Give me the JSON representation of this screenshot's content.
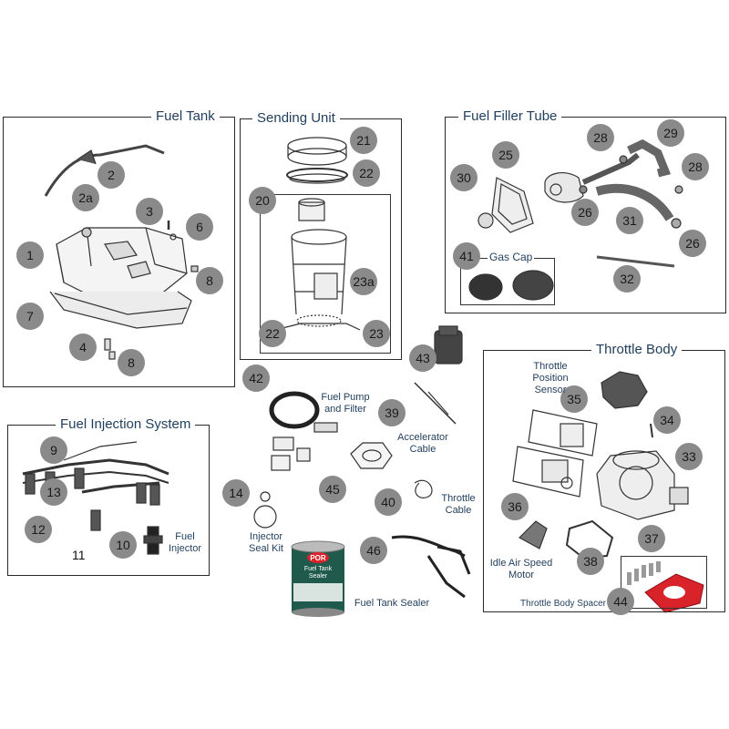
{
  "sections": {
    "fuel_tank": "Fuel Tank",
    "sending_unit": "Sending Unit",
    "fuel_filler_tube": "Fuel Filler Tube",
    "fuel_injection_system": "Fuel Injection System",
    "throttle_body": "Throttle Body"
  },
  "callouts": {
    "c1": "1",
    "c2": "2",
    "c2a": "2a",
    "c3": "3",
    "c4": "4",
    "c6": "6",
    "c7": "7",
    "c8a": "8",
    "c8b": "8",
    "c9": "9",
    "c10": "10",
    "c11": "11",
    "c12": "12",
    "c13": "13",
    "c14": "14",
    "c20": "20",
    "c21": "21",
    "c22a": "22",
    "c22b": "22",
    "c23": "23",
    "c23a": "23a",
    "c25": "25",
    "c26a": "26",
    "c26b": "26",
    "c28a": "28",
    "c28b": "28",
    "c29": "29",
    "c30": "30",
    "c31": "31",
    "c32": "32",
    "c33": "33",
    "c34": "34",
    "c35": "35",
    "c36": "36",
    "c37": "37",
    "c38": "38",
    "c39": "39",
    "c40": "40",
    "c41": "41",
    "c42": "42",
    "c43": "43",
    "c44": "44",
    "c45": "45",
    "c46": "46"
  },
  "labels": {
    "gas_cap": "Gas Cap",
    "fuel_pump_filter": "Fuel Pump and Filter",
    "accelerator_cable": "Accelerator Cable",
    "throttle_cable": "Throttle Cable",
    "injector_seal_kit": "Injector Seal Kit",
    "fuel_tank_sealer": "Fuel Tank Sealer",
    "fuel_injector": "Fuel Injector",
    "throttle_position_sensor": "Throttle Position Sensor",
    "idle_air_speed_motor": "Idle Air Speed Motor",
    "throttle_body_spacer": "Throttle Body Spacer",
    "can_brand": "POR",
    "can_title": "Fuel Tank Sealer"
  },
  "colors": {
    "callout_fill": "#8a8a8a",
    "title_text": "#1f3d5c",
    "spacer_red": "#d9232a",
    "can_green": "#1f5a4c"
  }
}
